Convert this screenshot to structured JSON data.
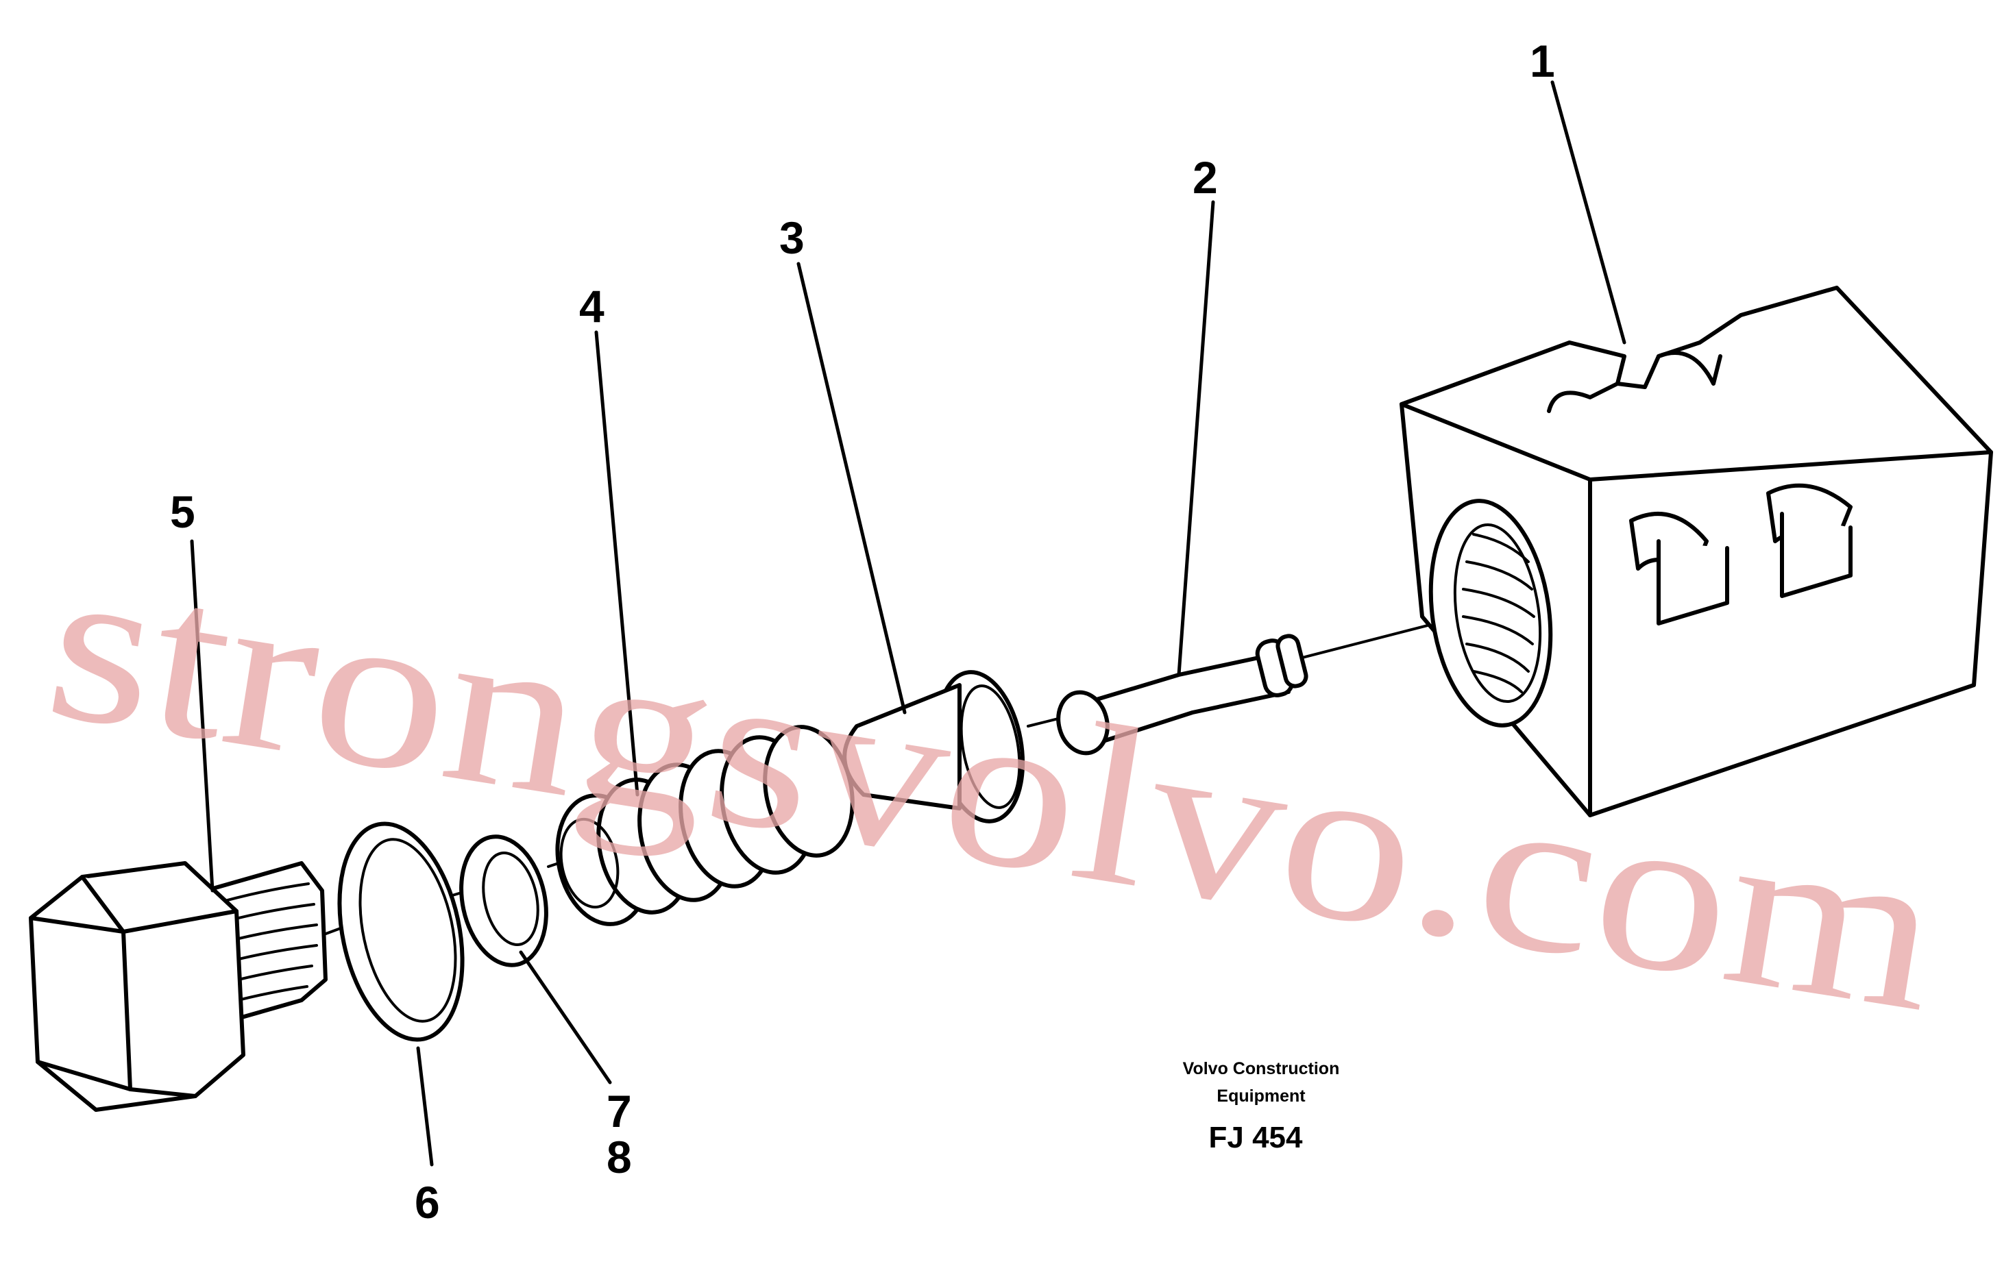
{
  "callouts": {
    "part_1": "1",
    "part_2": "2",
    "part_3": "3",
    "part_4": "4",
    "part_5": "5",
    "part_6": "6",
    "part_7": "7",
    "part_8": "8"
  },
  "caption": {
    "line1": "Volvo Construction",
    "line2": "Equipment",
    "code": "FJ 454"
  },
  "watermark": {
    "text": "strongsvolvo.com",
    "color": "#e8a8a8"
  }
}
